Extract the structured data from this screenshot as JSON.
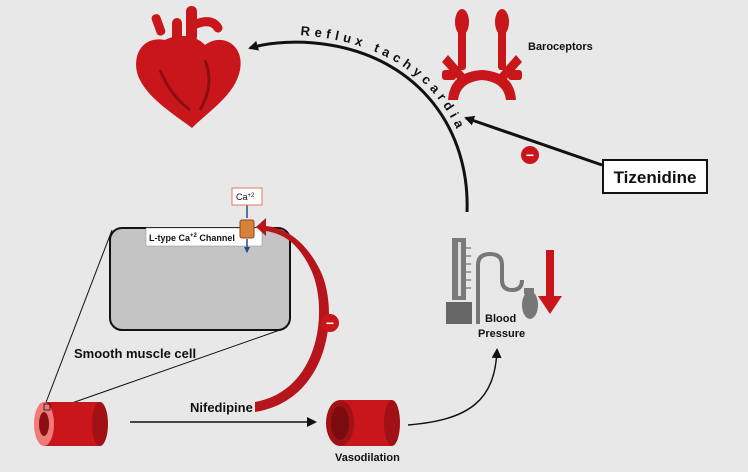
{
  "labels": {
    "reflux_tachycardia": "Reflux tachycardia",
    "baroceptors": "Baroceptors",
    "tizenidine": "Tizenidine",
    "ca_ion": "Ca",
    "ca_charge": "+2",
    "channel_prefix": "L-type Ca",
    "channel_charge": "+2",
    "channel_suffix": " Channel",
    "smooth_muscle_cell": "Smooth muscle cell",
    "nifedipine": "Nifedipine",
    "vasodilation": "Vasodilation",
    "blood": "Blood",
    "pressure": "Pressure",
    "inhibit_symbol": "−"
  },
  "colors": {
    "background": "#e8e8e8",
    "red": "#c8161b",
    "dark_red": "#8b0f12",
    "pink": "#f07a7a",
    "cell_fill": "#c4c4c4",
    "channel": "#d9803a",
    "ca_border": "#e07a5f",
    "gauge_gray": "#7a7a7a",
    "arrow": "#111111"
  },
  "icons": [
    "heart-icon",
    "baroceptor-icon",
    "blood-vessel-icon",
    "sphygmomanometer-icon",
    "down-arrow-icon",
    "ion-channel-icon"
  ]
}
